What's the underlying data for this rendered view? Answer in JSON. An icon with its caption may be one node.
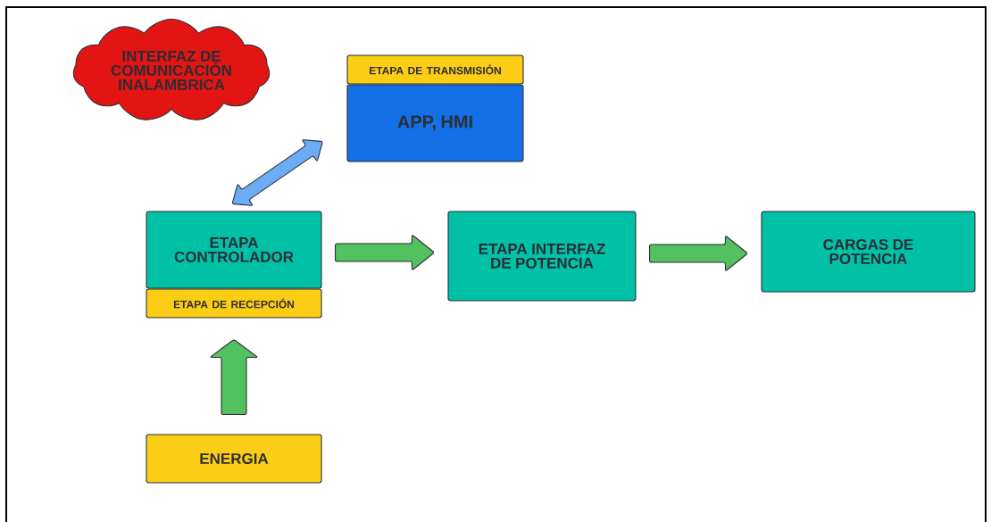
{
  "diagram": {
    "nodes": [
      {
        "text": [
          "INTERFAZ DE COMUNICACIÓN INALAMBRICA"
        ]
      },
      {
        "text": [
          "ETAPA DE TRANSMISIÓN"
        ]
      },
      {
        "text": [
          "APP, HMI"
        ]
      },
      {
        "text": [
          "ETAPA CONTROLADOR"
        ]
      },
      {
        "text": [
          "ETAPA DE RECEPCIÓN"
        ]
      },
      {
        "text": [
          "ETAPA INTERFAZ DE POTENCIA"
        ]
      },
      {
        "text": [
          "CARGAS DE POTENCIA"
        ]
      },
      {
        "text": [
          "ENERGIA"
        ]
      }
    ],
    "edges": [
      {
        "from": 3,
        "to": 2,
        "arrow": "both",
        "color": "#6aacf6"
      },
      {
        "from": 3,
        "to": 5,
        "arrow": "to"
      },
      {
        "from": 5,
        "to": 6,
        "arrow": "to"
      },
      {
        "from": 7,
        "to": 4,
        "arrow": "to"
      }
    ]
  }
}
